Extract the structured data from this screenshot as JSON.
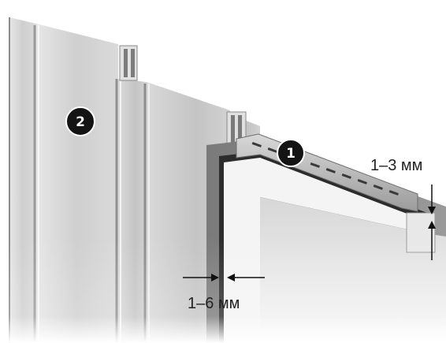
{
  "badges": {
    "one": "1",
    "two": "2"
  },
  "dimensions": {
    "top_gap": "1–3 мм",
    "side_gap": "1–6 мм"
  },
  "colors": {
    "badge": "#141414",
    "panel_light": "#f2f2f2",
    "panel_dark": "#a8a8a8",
    "frame": "#333333",
    "arrow": "#111111"
  }
}
